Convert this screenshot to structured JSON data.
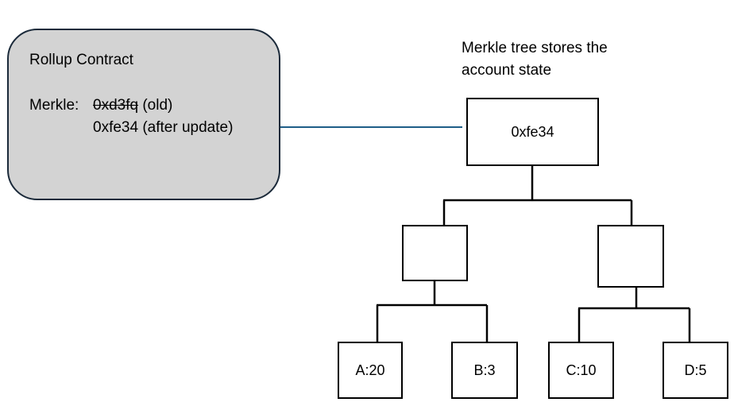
{
  "contract": {
    "title": "Rollup Contract",
    "merkle_label": "Merkle:",
    "old_hash": "0xd3fq",
    "old_suffix": " (old)",
    "new_line": "0xfe34 (after update)"
  },
  "tree": {
    "caption_line1": "Merkle tree stores the",
    "caption_line2": "account state",
    "root": "0xfe34",
    "left_node": "",
    "right_node": "",
    "leaves": [
      "A:20",
      "B:3",
      "C:10",
      "D:5"
    ]
  },
  "colors": {
    "contract_fill": "#d3d3d3",
    "contract_border": "#1b2a3a",
    "arrow": "#1f5e87"
  }
}
